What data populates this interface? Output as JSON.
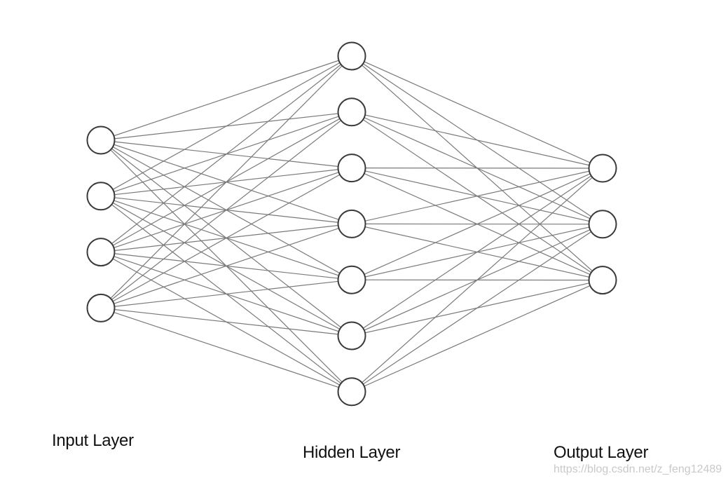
{
  "network": {
    "layers": [
      {
        "id": "input",
        "label": "Input Layer",
        "neurons": 4
      },
      {
        "id": "hidden",
        "label": "Hidden Layer",
        "neurons": 7
      },
      {
        "id": "output",
        "label": "Output Layer",
        "neurons": 3
      }
    ],
    "connections": "fully-connected between adjacent layers"
  },
  "watermark": "https://blog.csdn.net/z_feng12489",
  "colors": {
    "edge": "#7a7a7a",
    "node_stroke": "#3a3a3a",
    "node_fill": "#ffffff",
    "text": "#111111",
    "watermark": "#c9c9c9"
  }
}
